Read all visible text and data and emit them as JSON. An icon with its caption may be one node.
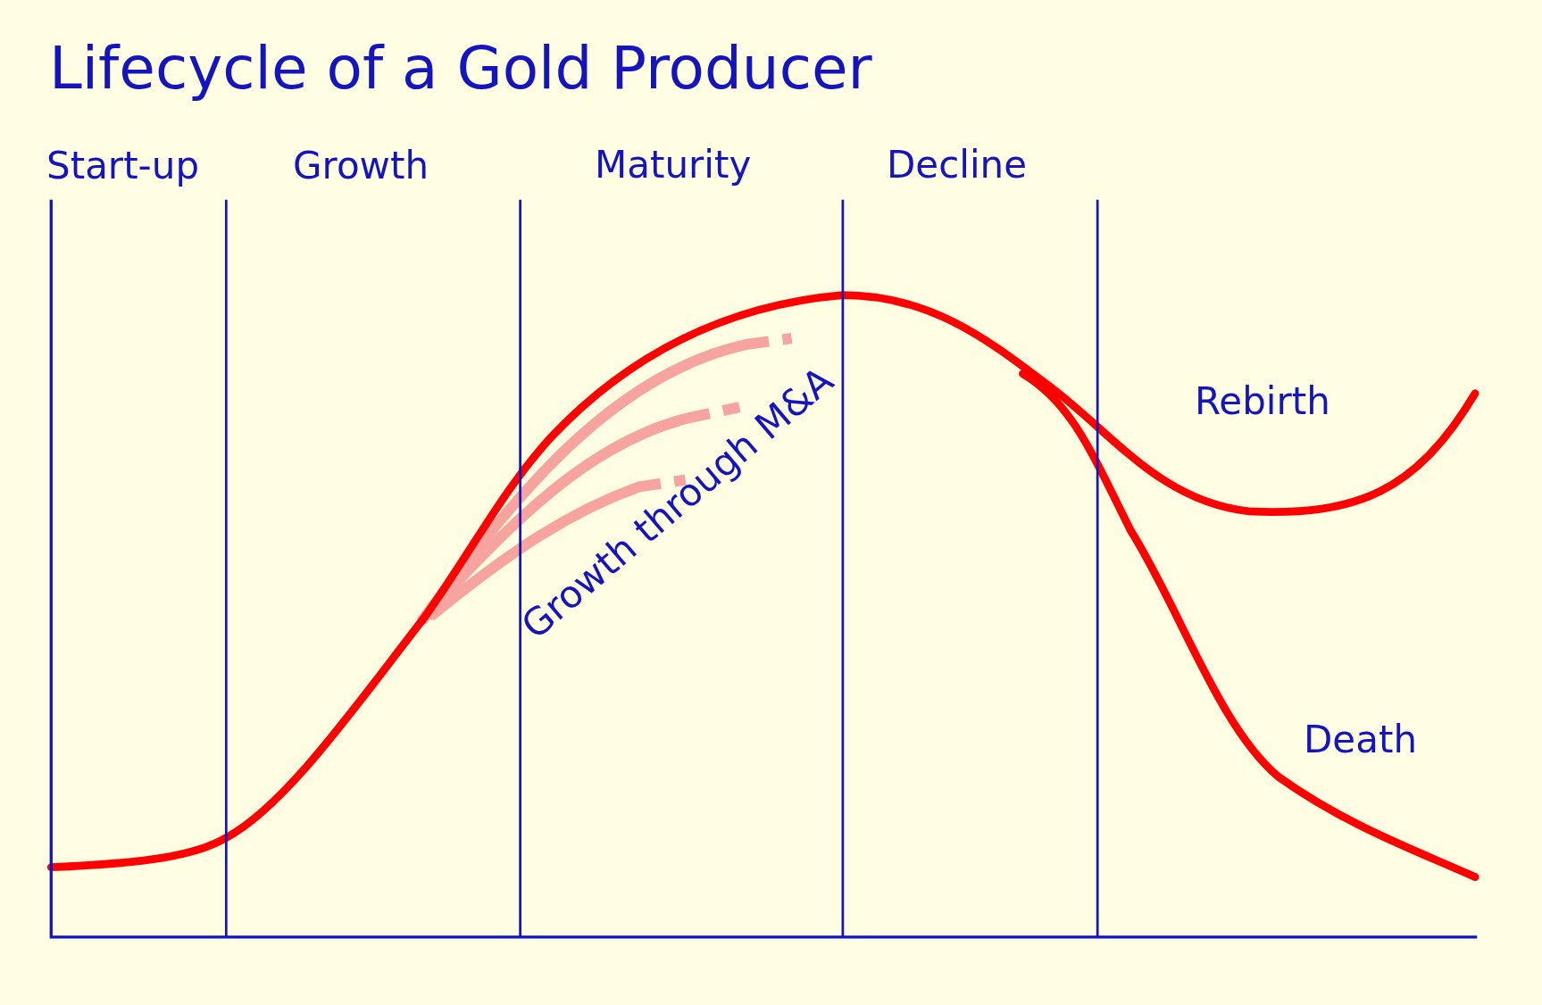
{
  "diagram": {
    "title": "Lifecycle of a Gold Producer",
    "labels": [
      "Start-up",
      "Growth",
      "Maturity",
      "Decline",
      "Growth through M&A",
      "Rebirth",
      "Death"
    ]
  }
}
